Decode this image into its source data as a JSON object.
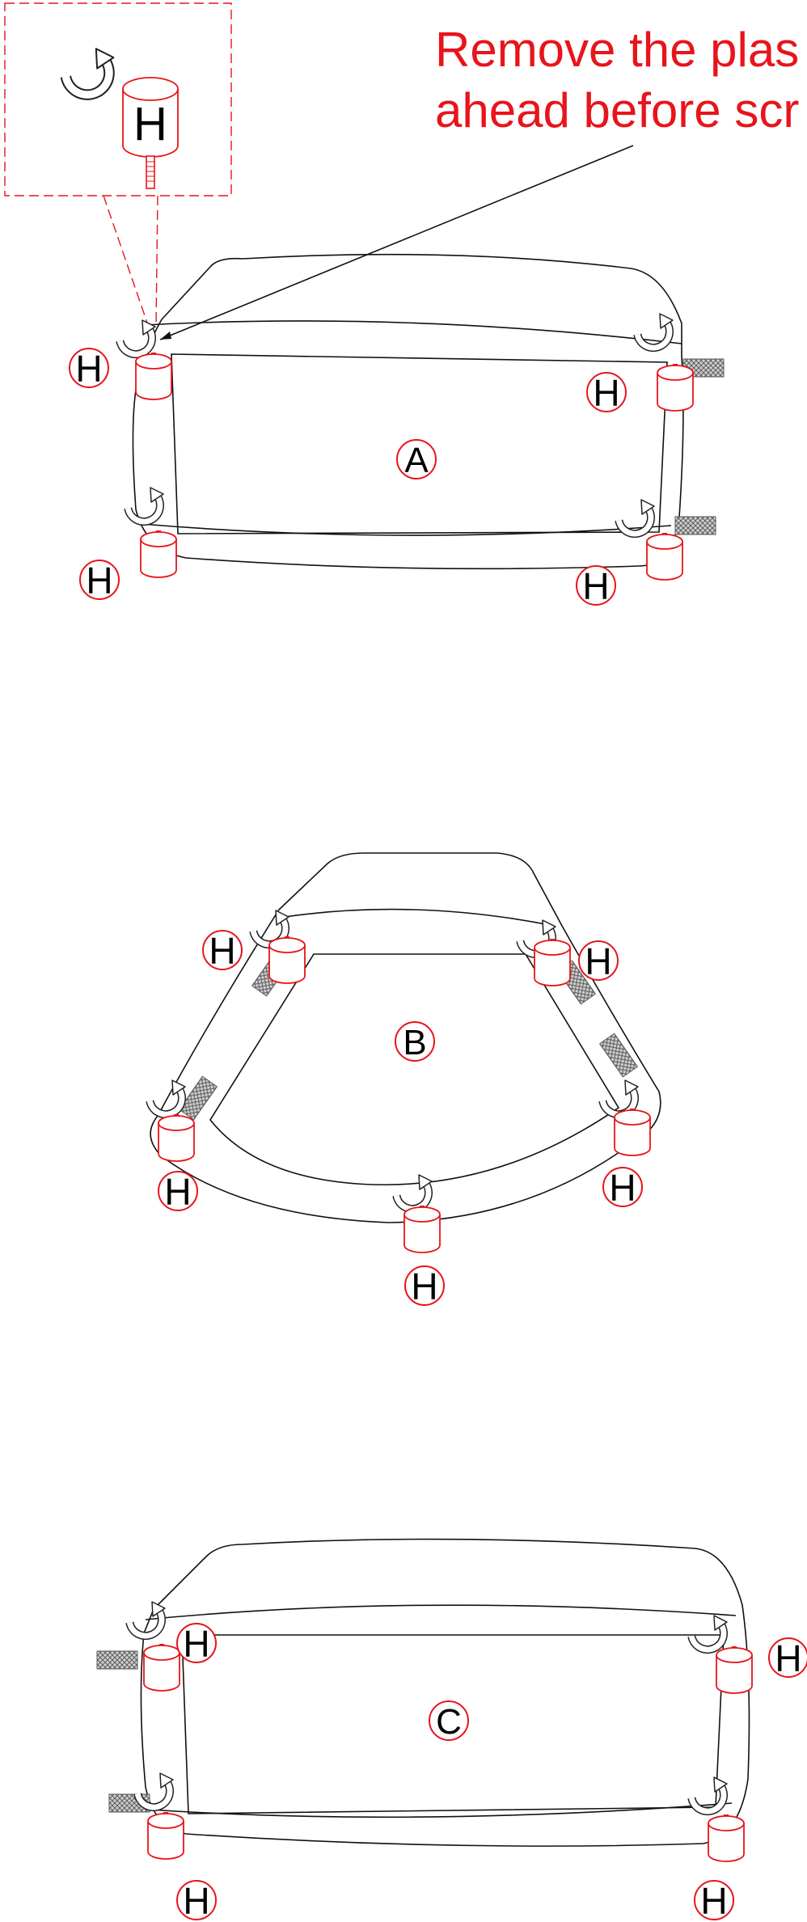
{
  "note": {
    "line1": "Remove the plas",
    "line2": "ahead before scr"
  },
  "inset": {
    "label": "H"
  },
  "parts": {
    "a": {
      "label": "A"
    },
    "b": {
      "label": "B"
    },
    "c": {
      "label": "C"
    }
  },
  "hardware_label": "H",
  "colors": {
    "accent": "#e8141b",
    "line": "#111111",
    "pad": "#9a9a9a"
  },
  "icons": [
    "rotate-arrow-icon",
    "foot-cylinder-icon",
    "anti-slip-pad-icon"
  ]
}
